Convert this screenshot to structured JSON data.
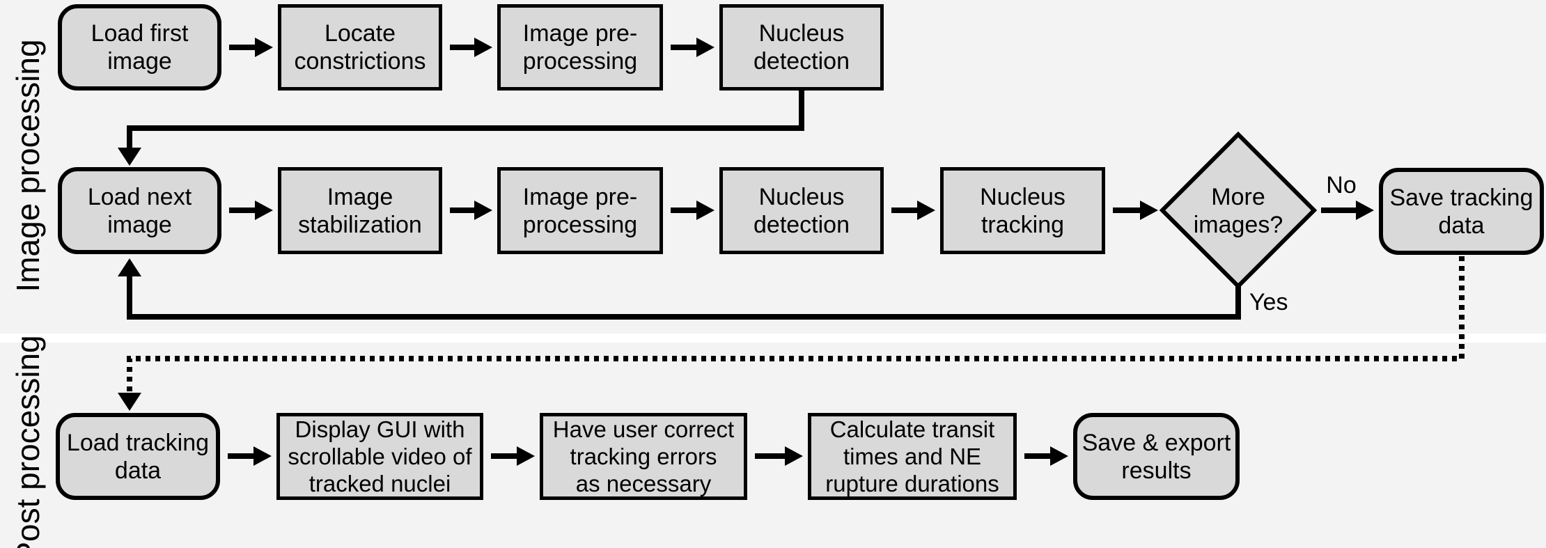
{
  "side_labels": {
    "image_processing": "Image processing",
    "post_processing": "Post processing"
  },
  "boxes": {
    "load_first_image": {
      "lines": [
        "Load first",
        "image"
      ]
    },
    "locate_constrictions": {
      "lines": [
        "Locate",
        "constrictions"
      ]
    },
    "image_preprocessing_1": {
      "lines": [
        "Image pre-",
        "processing"
      ]
    },
    "nucleus_detection_1": {
      "lines": [
        "Nucleus",
        "detection"
      ]
    },
    "load_next_image": {
      "lines": [
        "Load next",
        "image"
      ]
    },
    "image_stabilization": {
      "lines": [
        "Image",
        "stabilization"
      ]
    },
    "image_preprocessing_2": {
      "lines": [
        "Image pre-",
        "processing"
      ]
    },
    "nucleus_detection_2": {
      "lines": [
        "Nucleus",
        "detection"
      ]
    },
    "nucleus_tracking": {
      "lines": [
        "Nucleus",
        "tracking"
      ]
    },
    "more_images_decision": {
      "lines": [
        "More",
        "images?"
      ]
    },
    "save_tracking_data": {
      "lines": [
        "Save tracking",
        "data"
      ]
    },
    "load_tracking_data": {
      "lines": [
        "Load tracking",
        "data"
      ]
    },
    "display_gui": {
      "lines": [
        "Display GUI with",
        "scrollable video of",
        "tracked nuclei"
      ]
    },
    "correct_tracking_errors": {
      "lines": [
        "Have user correct",
        "tracking errors",
        "as necessary"
      ]
    },
    "calculate_transit": {
      "lines": [
        "Calculate transit",
        "times and NE",
        "rupture durations"
      ]
    },
    "save_export_results": {
      "lines": [
        "Save & export",
        "results"
      ]
    }
  },
  "edge_labels": {
    "no": "No",
    "yes": "Yes"
  },
  "colors": {
    "background": "#f3f3f3",
    "box_fill": "#d9d9d9",
    "stroke": "#000000",
    "divider": "#ffffff"
  }
}
